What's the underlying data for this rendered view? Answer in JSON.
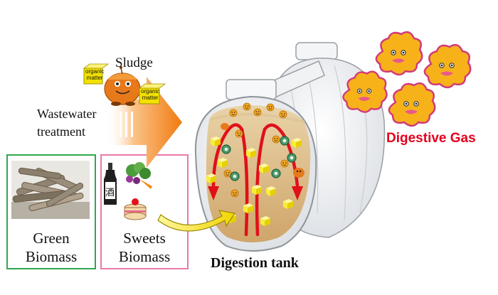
{
  "labels": {
    "sludge": "Sludge",
    "wastewater_line1": "Wastewater",
    "wastewater_line2": "treatment",
    "organic_line1": "organic",
    "organic_line2": "matter",
    "digestion_tank": "Digestion tank",
    "digestive_gas": "Digestive Gas",
    "green_line1": "Green",
    "green_line2": "Biomass",
    "sweets_line1": "Sweets",
    "sweets_line2": "Biomass",
    "sake_char": "酒"
  },
  "colors": {
    "green_border": "#2fa84f",
    "pink_border": "#e87aa8",
    "gas_text": "#e3001b",
    "arrow_orange": "#f07a10",
    "cycle_red": "#e0101a",
    "tank_fill": "#d8b680",
    "gas_cloud": "#f7b21a"
  },
  "icons": [
    "sludge-mascot-icon",
    "organic-matter-cube-icon",
    "gas-cloud-face-icon",
    "sake-bottle-icon",
    "vegetables-icon",
    "cake-icon",
    "wood-pile-icon",
    "microbe-icon"
  ]
}
